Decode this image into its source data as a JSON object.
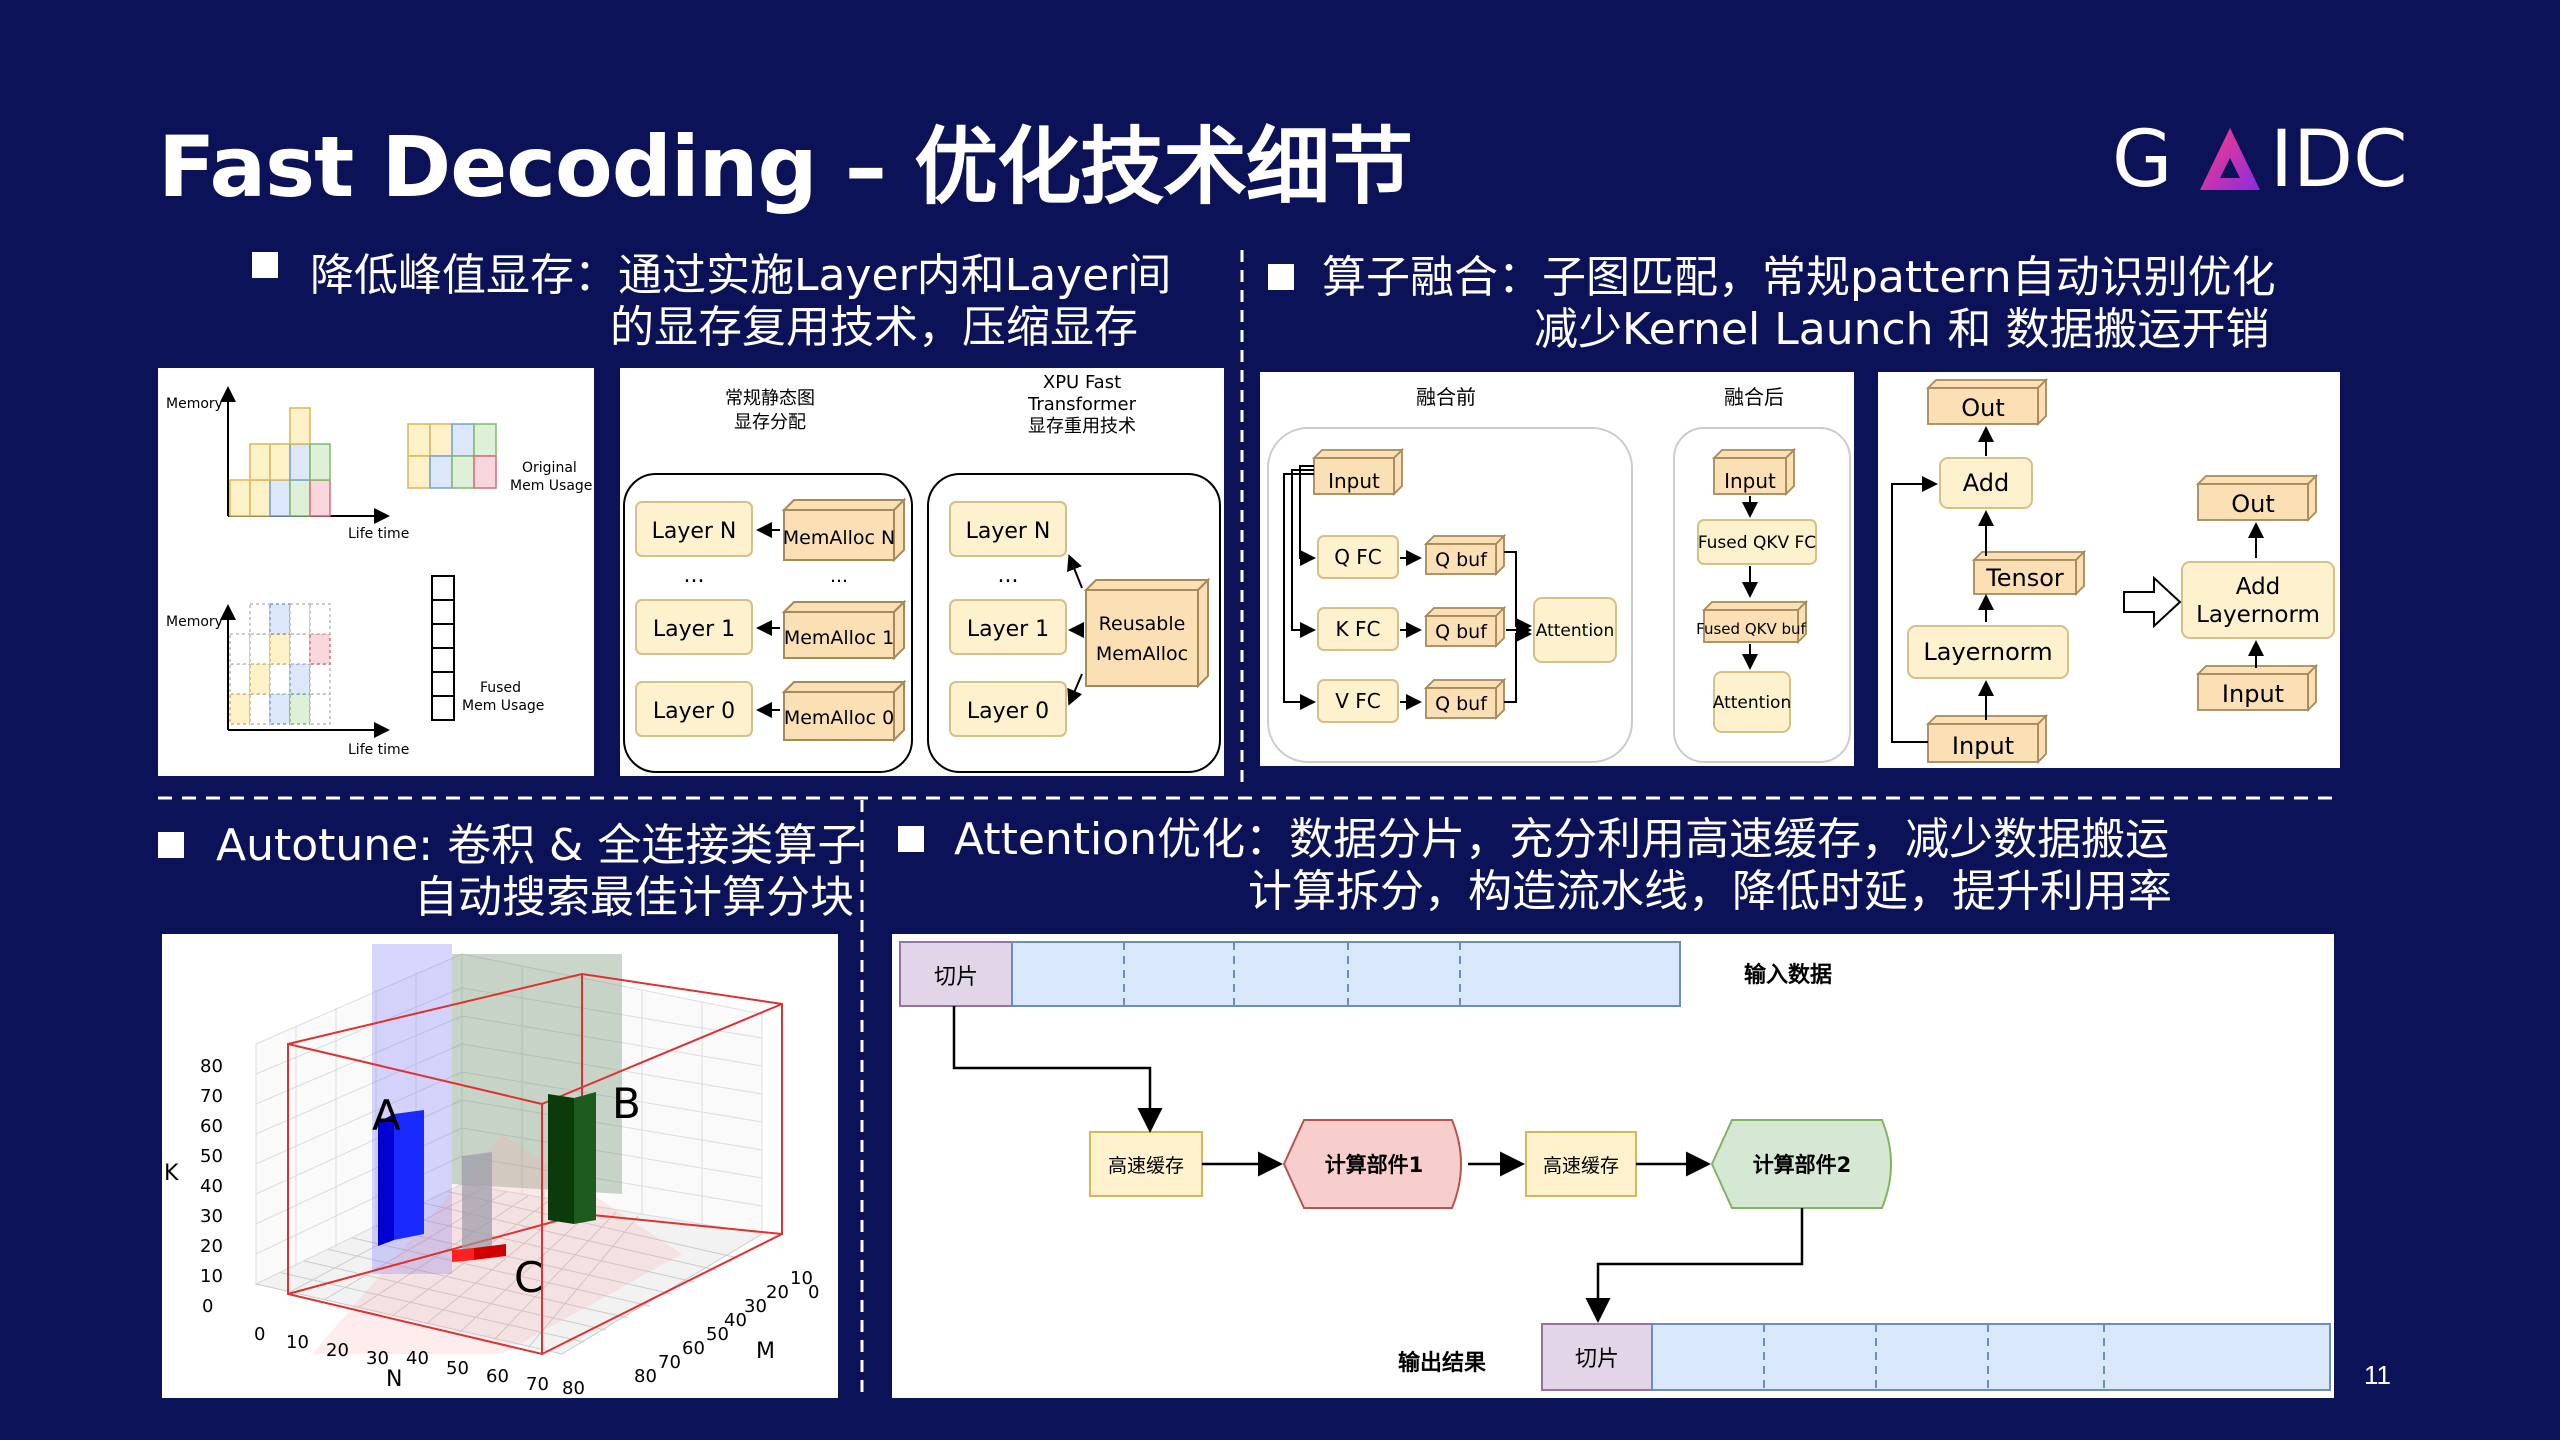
{
  "title": "Fast Decoding – 优化技术细节",
  "logo": {
    "text": "GAIDC"
  },
  "page_number": "11",
  "sections": {
    "memory": {
      "line1": "降低峰值显存：通过实施Layer内和Layer间",
      "line2": "的显存复用技术，压缩显存"
    },
    "fusion": {
      "line1": "算子融合：子图匹配，常规pattern自动识别优化",
      "line2": "减少Kernel Launch 和 数据搬运开销"
    },
    "autotune": {
      "line1": "Autotune: 卷积 & 全连接类算子",
      "line2": "自动搜索最佳计算分块"
    },
    "attention": {
      "line1": "Attention优化：数据分片，充分利用高速缓存，减少数据搬运",
      "line2": "计算拆分，构造流水线，降低时延，提升利用率"
    }
  },
  "mem_chart": {
    "memory_label": "Memory",
    "lifetime_label": "Life time",
    "original_label": "Original",
    "original_label2": "Mem Usage",
    "fused_label": "Fused",
    "fused_label2": "Mem Usage"
  },
  "layer_diagram": {
    "left_caption1": "常规静态图",
    "left_caption2": "显存分配",
    "right_caption1": "XPU Fast",
    "right_caption2": "Transformer",
    "right_caption3": "显存重用技术",
    "layer_n": "Layer N",
    "layer_1": "Layer 1",
    "layer_0": "Layer 0",
    "dots": "...",
    "memalloc_n": "MemAlloc N",
    "memalloc_1": "MemAlloc 1",
    "memalloc_0": "MemAlloc 0",
    "reusable1": "Reusable",
    "reusable2": "MemAlloc"
  },
  "fusion_diagram": {
    "before": "融合前",
    "after": "融合后",
    "input": "Input",
    "qfc": "Q FC",
    "kfc": "K FC",
    "vfc": "V FC",
    "qbuf": "Q buf",
    "attention": "Attention",
    "fused_fc": "Fused QKV FC",
    "fused_buf": "Fused QKV buf"
  },
  "layernorm_diagram": {
    "out": "Out",
    "add": "Add",
    "tensor": "Tensor",
    "layernorm": "Layernorm",
    "input": "Input",
    "add_layernorm1": "Add",
    "add_layernorm2": "Layernorm"
  },
  "chart3d": {
    "k_label": "K",
    "n_label": "N",
    "m_label": "M",
    "k_ticks": [
      "0",
      "10",
      "20",
      "30",
      "40",
      "50",
      "60",
      "70",
      "80"
    ],
    "n_ticks": [
      "0",
      "10",
      "20",
      "30",
      "40",
      "50",
      "60",
      "70",
      "80"
    ],
    "m_ticks": [
      "80",
      "70",
      "60",
      "50",
      "40",
      "30",
      "20",
      "10",
      "0"
    ],
    "label_a": "A",
    "label_b": "B",
    "label_c": "C"
  },
  "pipeline": {
    "slice": "切片",
    "input_data": "输入数据",
    "cache": "高速缓存",
    "compute1": "计算部件1",
    "compute2": "计算部件2",
    "output": "输出结果"
  }
}
